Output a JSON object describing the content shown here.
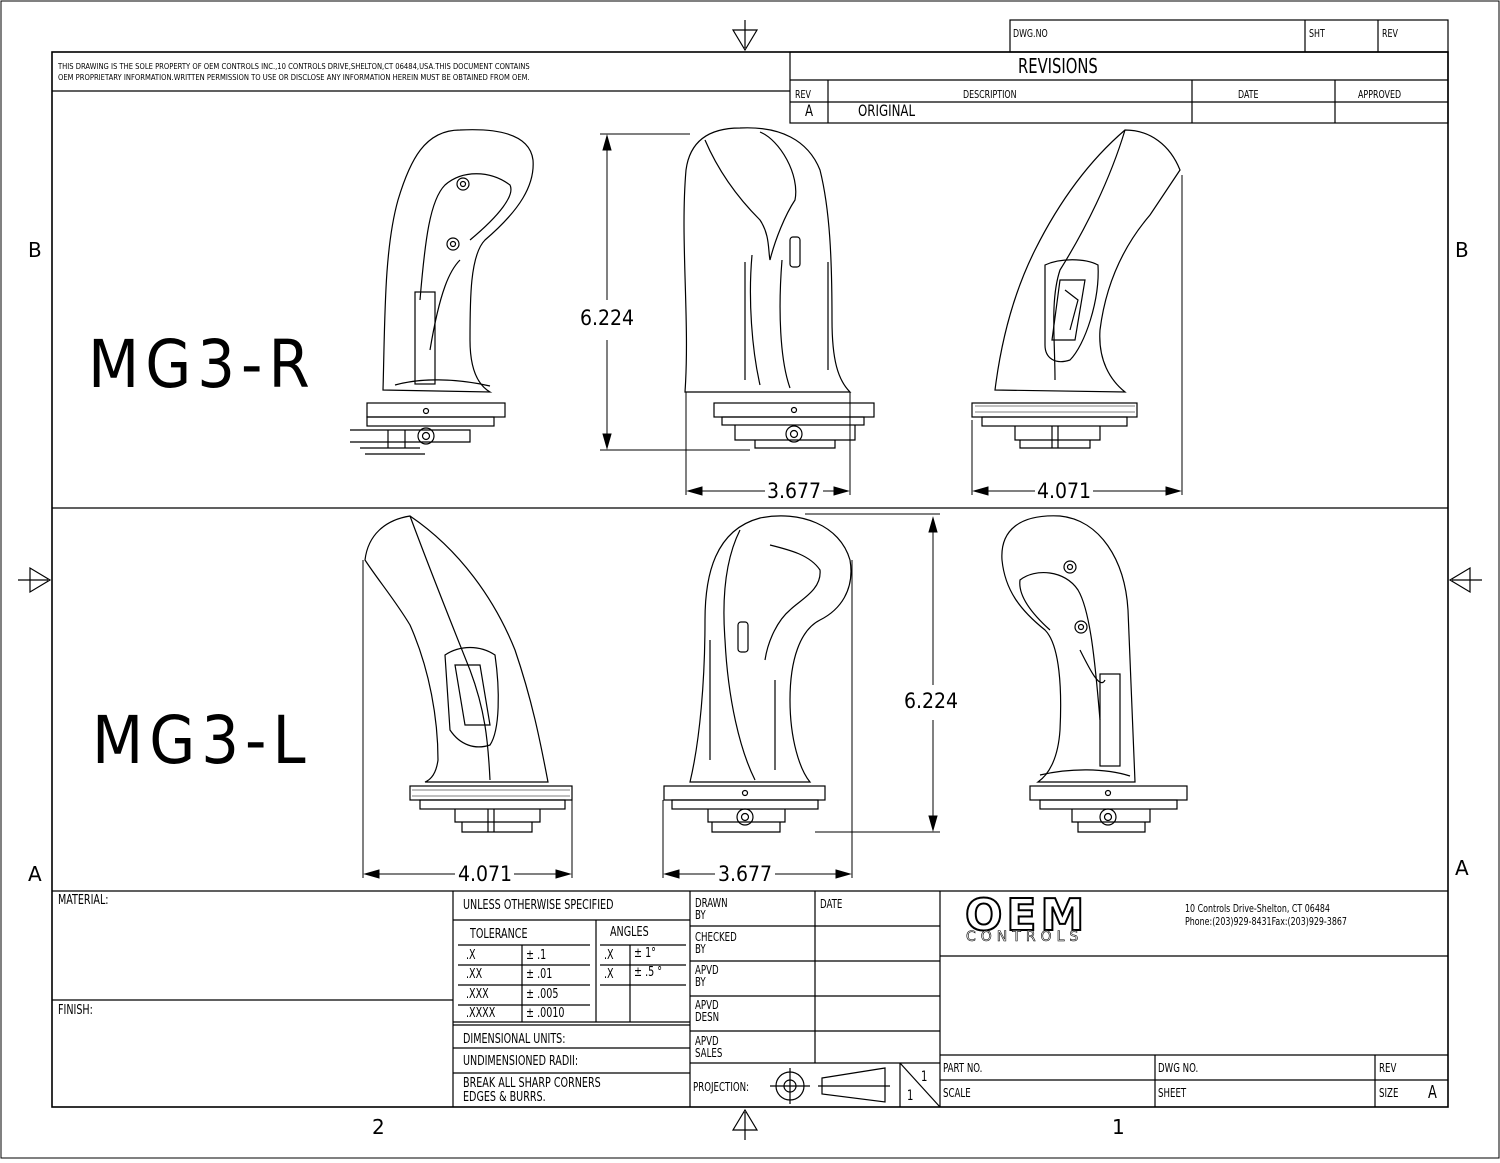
{
  "notice": {
    "line1": "THIS DRAWING IS THE SOLE PROPERTY OF OEM CONTROLS INC.,10 CONTROLS DRIVE,SHELTON,CT 06484,USA.THIS DOCUMENT CONTAINS",
    "line2": "OEM PROPRIETARY INFORMATION.WRITTEN PERMISSION TO USE OR DISCLOSE ANY INFORMATION HEREIN MUST BE OBTAINED FROM OEM."
  },
  "top_block": {
    "dwg_no": "DWG.NO",
    "sht": "SHT",
    "rev": "REV"
  },
  "revisions": {
    "title": "REVISIONS",
    "headers": {
      "rev": "REV",
      "description": "DESCRIPTION",
      "date": "DATE",
      "approved": "APPROVED"
    },
    "rows": [
      {
        "rev": "A",
        "description": "ORIGINAL",
        "date": "",
        "approved": ""
      }
    ]
  },
  "zones": {
    "left_upper": "B",
    "right_upper": "B",
    "left_lower": "A",
    "right_lower": "A",
    "bottom_left": "2",
    "bottom_right": "1"
  },
  "views": {
    "right_model": "MG3-R",
    "left_model": "MG3-L",
    "dims": {
      "height_top": "6.224",
      "width_front_top": "3.677",
      "width_side_top": "4.071",
      "width_side_bottom": "4.071",
      "width_front_bottom": "3.677",
      "height_bottom": "6.224"
    }
  },
  "title_block": {
    "material": "MATERIAL:",
    "finish": "FINISH:",
    "unless": "UNLESS OTHERWISE SPECIFIED",
    "tolerance": "TOLERANCE",
    "angles": "ANGLES",
    "tol_rows": [
      {
        "k": ".X",
        "v": "± .1"
      },
      {
        "k": ".XX",
        "v": "± .01"
      },
      {
        "k": ".XXX",
        "v": "± .005"
      },
      {
        "k": ".XXXX",
        "v": "± .0010"
      }
    ],
    "ang_rows": [
      {
        "k": ".X",
        "v": "± 1°"
      },
      {
        "k": ".X",
        "v": "± .5 °"
      }
    ],
    "dimensional_units": "DIMENSIONAL UNITS:",
    "undimensioned_radii": "UNDIMENSIONED RADII:",
    "break_corners_1": "BREAK ALL SHARP CORNERS",
    "break_corners_2": "EDGES & BURRS.",
    "drawn_by": "DRAWN\nBY",
    "checked_by": "CHECKED\nBY",
    "apvd_by": "APVD\nBY",
    "apvd_desn": "APVD\nDESN",
    "apvd_sales": "APVD\nSALES",
    "date": "DATE",
    "projection": "PROJECTION:",
    "scale_num": "1",
    "scale_den": "1",
    "company_logo": "OEM",
    "company_sub": "CONTROLS",
    "address": "10 Controls Drive-Shelton, CT 06484",
    "phone": "Phone:(203)929-8431Fax:(203)929-3867",
    "part_no": "PART NO.",
    "dwg_no": "DWG NO.",
    "rev": "REV",
    "scale": "SCALE",
    "sheet": "SHEET",
    "size": "SIZE",
    "size_val": "A"
  }
}
